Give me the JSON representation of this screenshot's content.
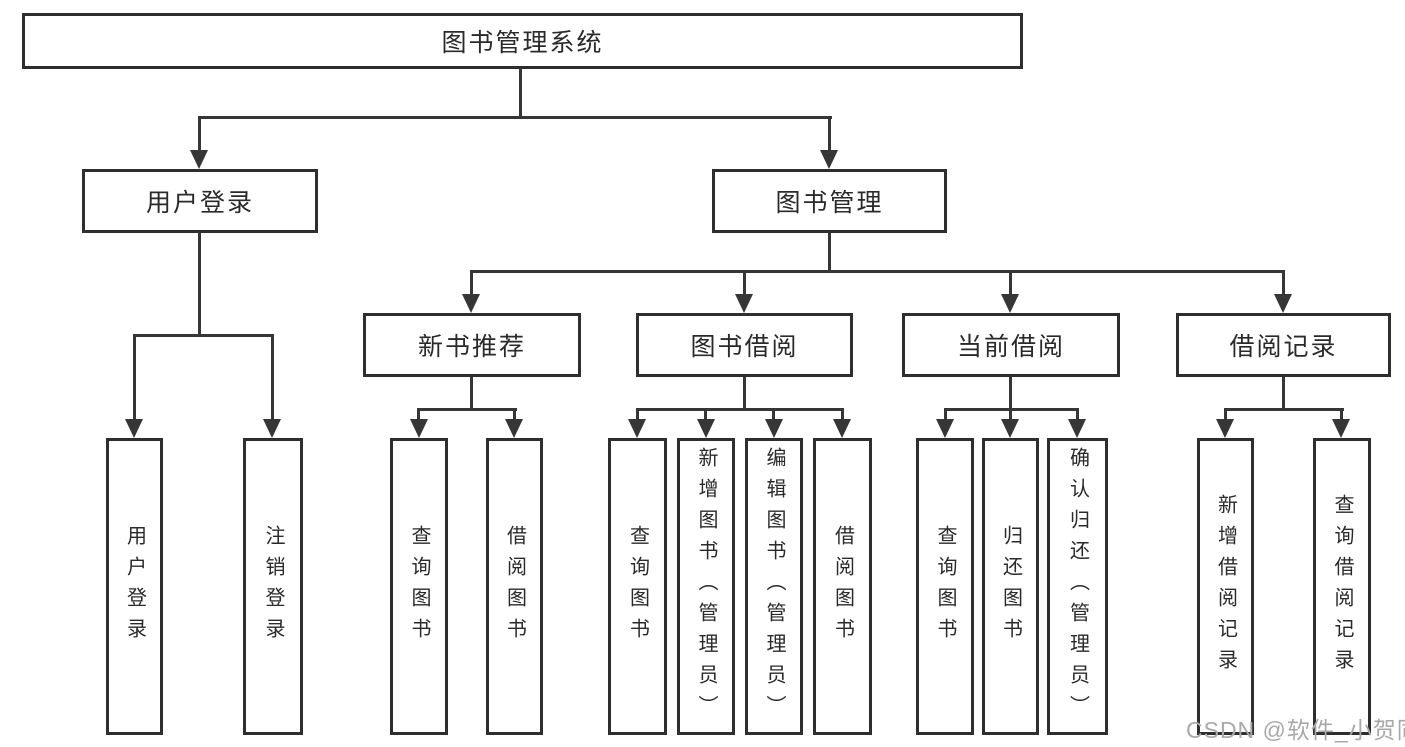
{
  "root": {
    "label": "图书管理系统"
  },
  "level1": {
    "user_login": {
      "label": "用户登录"
    },
    "book_management": {
      "label": "图书管理"
    }
  },
  "level2": {
    "new_book_recommend": {
      "label": "新书推荐"
    },
    "book_borrow": {
      "label": "图书借阅"
    },
    "current_borrow": {
      "label": "当前借阅"
    },
    "borrow_records": {
      "label": "借阅记录"
    }
  },
  "leaves": {
    "user_login": [
      "用户登录",
      "注销登录"
    ],
    "new_book_recommend": [
      "查询图书",
      "借阅图书"
    ],
    "book_borrow": [
      "查询图书",
      "新增图书（管理员）",
      "编辑图书（管理员）",
      "借阅图书"
    ],
    "current_borrow": [
      "查询图书",
      "归还图书",
      "确认归还（管理员）"
    ],
    "borrow_records": [
      "新增借阅记录",
      "查询借阅记录"
    ]
  },
  "watermark": "CSDN @软件_小贺同学",
  "colors": {
    "line": "#363636",
    "border": "#2e2e2e",
    "text": "#2a2a2a",
    "watermark": "#a9a9a9",
    "background": "#ffffff"
  }
}
